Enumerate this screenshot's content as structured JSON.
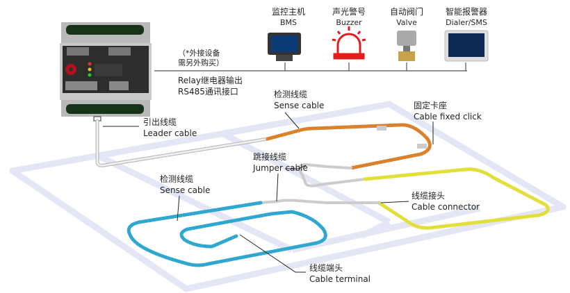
{
  "devices": [
    {
      "cn": "监控主机",
      "en": "BMS"
    },
    {
      "cn": "声光警号",
      "en": "Buzzer"
    },
    {
      "cn": "自动阀门",
      "en": "Valve"
    },
    {
      "cn": "智能报警器",
      "en": "Dialer/SMS"
    }
  ],
  "note": {
    "line1": "（*外接设备",
    "line2": "需另外购买）"
  },
  "outputs": {
    "line1": "Relay继电器输出",
    "line2": "RS485通讯接口"
  },
  "labels": {
    "leader": {
      "cn": "引出线缆",
      "en": "Leader cable"
    },
    "sense_top": {
      "cn": "检测线缆",
      "en": "Sense cable"
    },
    "fixed_click": {
      "cn": "固定卡座",
      "en": "Cable fixed click"
    },
    "jumper": {
      "cn": "跳接线缆",
      "en": "Jumper cable"
    },
    "sense_left": {
      "cn": "检测线缆",
      "en": "Sense cable"
    },
    "connector": {
      "cn": "线缆接头",
      "en": "Cable connector"
    },
    "terminal": {
      "cn": "线缆端头",
      "en": "Cable terminal"
    }
  },
  "colors": {
    "floor": "#e6e8f6",
    "orange": "#d9822b",
    "yellow": "#e3df3a",
    "blue": "#2fa7cf",
    "grey_cable": "#c8c8c8"
  }
}
